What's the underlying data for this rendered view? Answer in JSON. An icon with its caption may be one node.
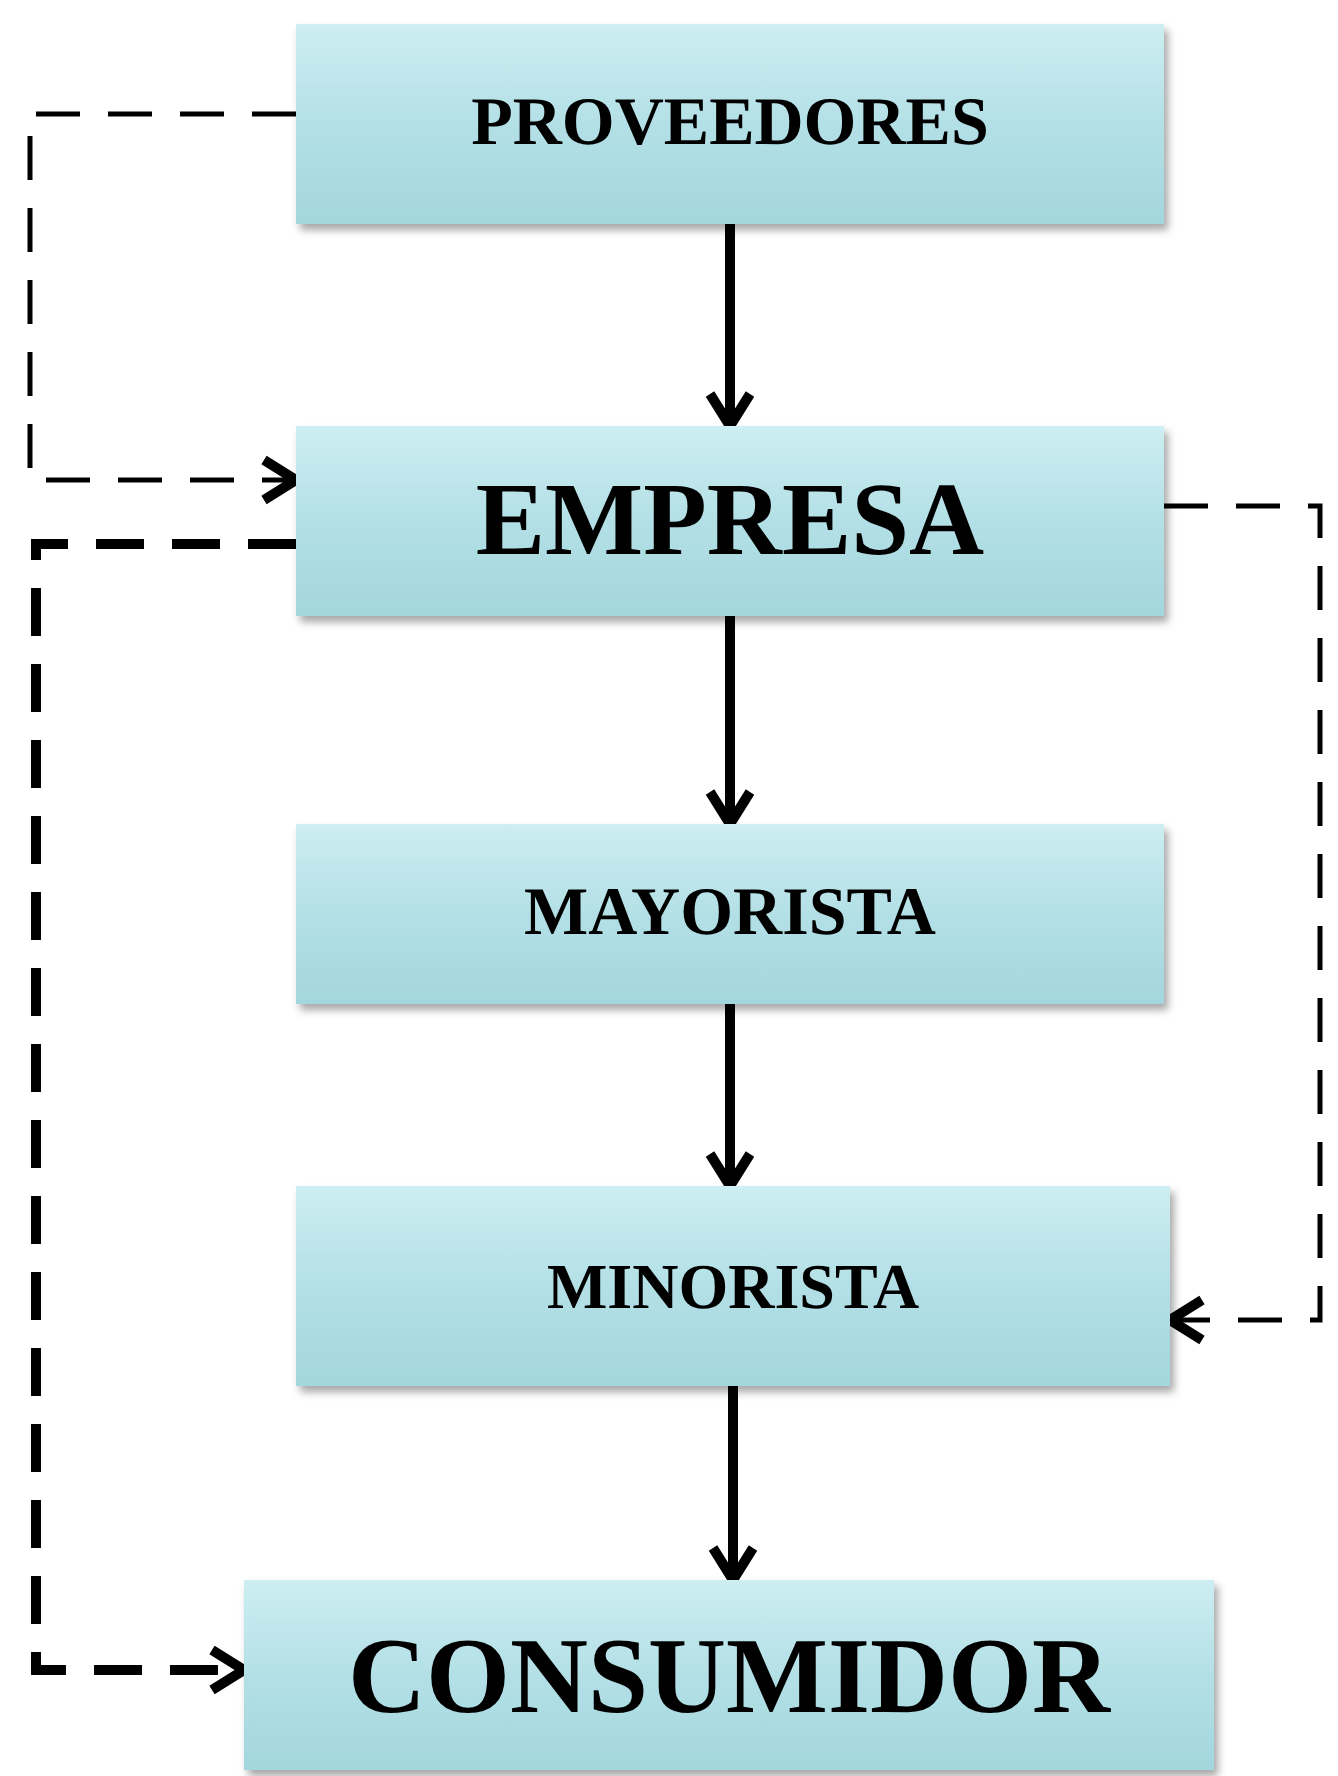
{
  "diagram": {
    "nodes": [
      {
        "text": [
          "PROVEEDORES"
        ]
      },
      {
        "text": [
          "EMPRESA"
        ]
      },
      {
        "text": [
          "MAYORISTA"
        ]
      },
      {
        "text": [
          "MINORISTA"
        ]
      },
      {
        "text": [
          "CONSUMIDOR"
        ]
      }
    ],
    "edges": [
      {
        "from": 0,
        "to": 1,
        "arrow": "to",
        "style": "dashed"
      },
      {
        "from": 1,
        "to": 4,
        "arrow": "to",
        "style": "dashed"
      },
      {
        "from": 1,
        "to": 3,
        "arrow": "to",
        "style": "dashed"
      },
      {
        "from": 0,
        "to": 1,
        "arrow": "to"
      },
      {
        "from": 1,
        "to": 2,
        "arrow": "to"
      },
      {
        "from": 2,
        "to": 3,
        "arrow": "to"
      },
      {
        "from": 3,
        "to": 4,
        "arrow": "to"
      }
    ]
  }
}
